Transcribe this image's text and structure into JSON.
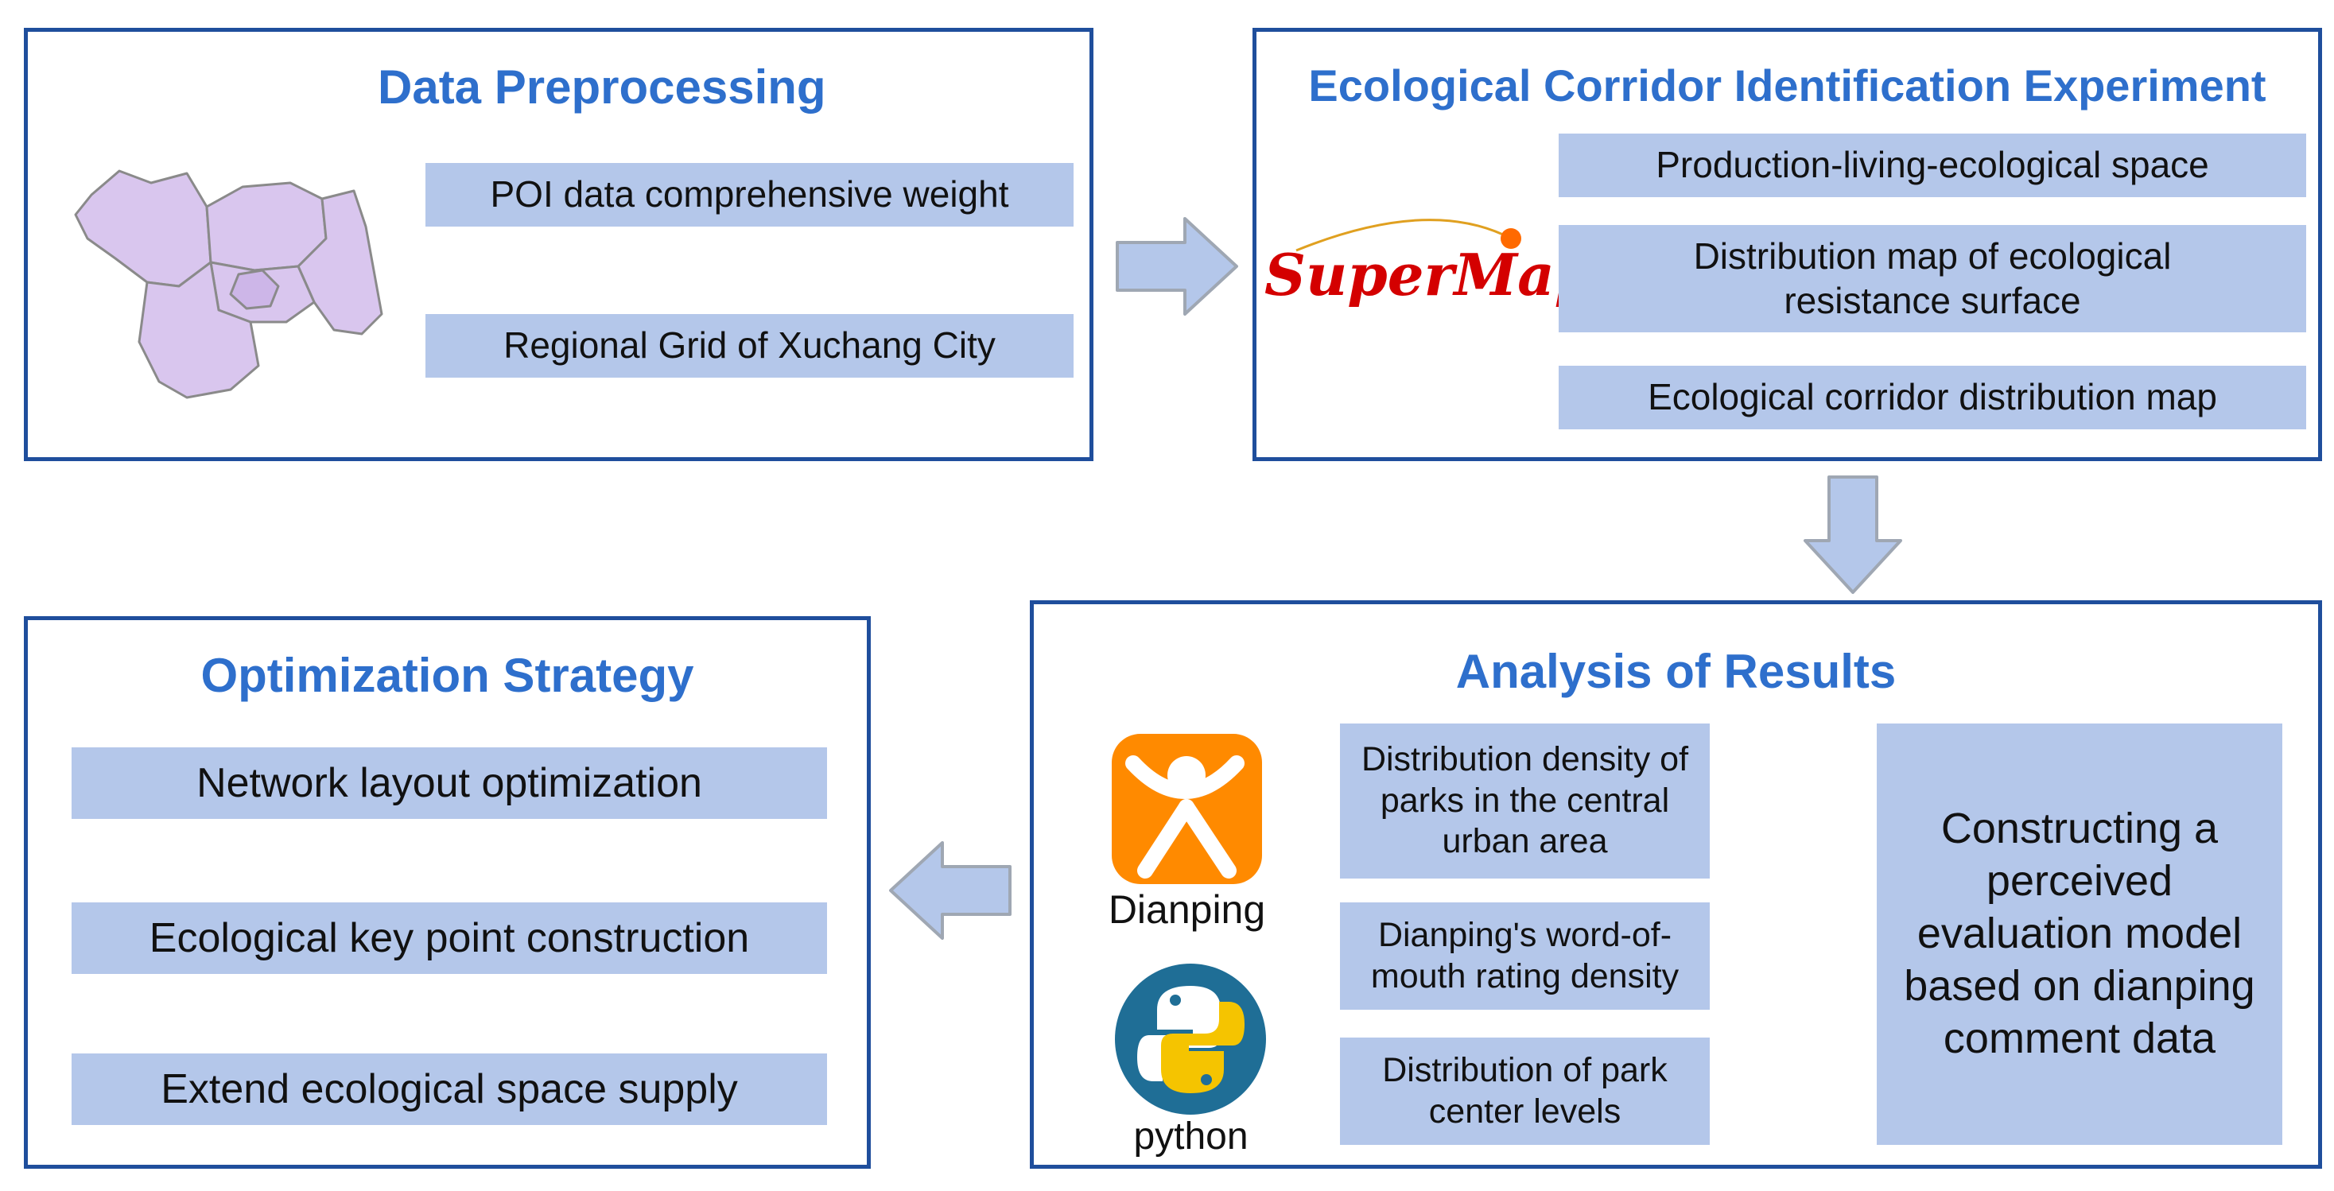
{
  "colors": {
    "panel_border": "#1f4e9c",
    "title": "#2e6fcc",
    "item_fill": "#b4c7ea",
    "arrow_fill": "#b4c7ea",
    "arrow_edge": "#9fa7b3",
    "map_fill": "#d9c6ee",
    "supermap_red": "#d40000",
    "dianping_orange": "#ff8a00",
    "python_blue": "#1f6e96",
    "python_yellow": "#f5c400"
  },
  "data_preprocessing": {
    "title": "Data Preprocessing",
    "items": [
      "POI data comprehensive weight",
      "Regional Grid of Xuchang City"
    ]
  },
  "corridor_experiment": {
    "title": "Ecological Corridor Identification Experiment",
    "logo_text": "SuperMap",
    "items": [
      "Production-living-ecological space",
      "Distribution map of ecological resistance surface",
      "Ecological corridor distribution map"
    ]
  },
  "analysis_results": {
    "title": "Analysis of Results",
    "dianping_label": "Dianping",
    "python_label": "python",
    "items": [
      "Distribution density of parks in the central urban area",
      "Dianping's word-of-mouth rating density",
      "Distribution of park center levels"
    ],
    "model_text": "Constructing a perceived evaluation model based on dianping comment data"
  },
  "optimization_strategy": {
    "title": "Optimization Strategy",
    "items": [
      "Network layout optimization",
      "Ecological key point construction",
      "Extend ecological space supply"
    ]
  }
}
